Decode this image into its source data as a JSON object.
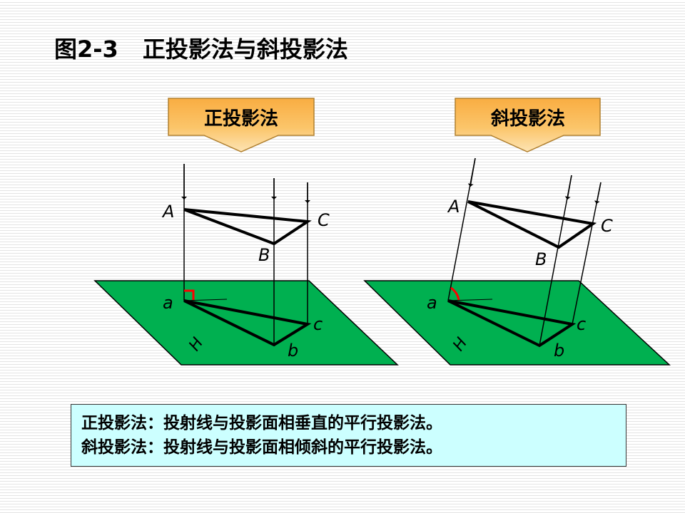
{
  "title": {
    "figure": "图2-3",
    "text": "正投影法与斜投影法"
  },
  "left": {
    "label": "正投影法",
    "points": {
      "A": "A",
      "B": "B",
      "C": "C",
      "a": "a",
      "b": "b",
      "c": "c",
      "H": "H"
    }
  },
  "right": {
    "label": "斜投影法",
    "points": {
      "A": "A",
      "B": "B",
      "C": "C",
      "a": "a",
      "b": "b",
      "c": "c",
      "H": "H"
    }
  },
  "caption": {
    "line1": "正投影法：投射线与投影面相垂直的平行投影法。",
    "line2": "斜投影法：投射线与投影面相倾斜的平行投影法。"
  },
  "colors": {
    "plane": "#00b050",
    "arrow_fill": "#f9ad42",
    "arrow_stroke": "#b08030",
    "angle_mark": "#ff0000",
    "caption_bg": "#ccffff"
  }
}
